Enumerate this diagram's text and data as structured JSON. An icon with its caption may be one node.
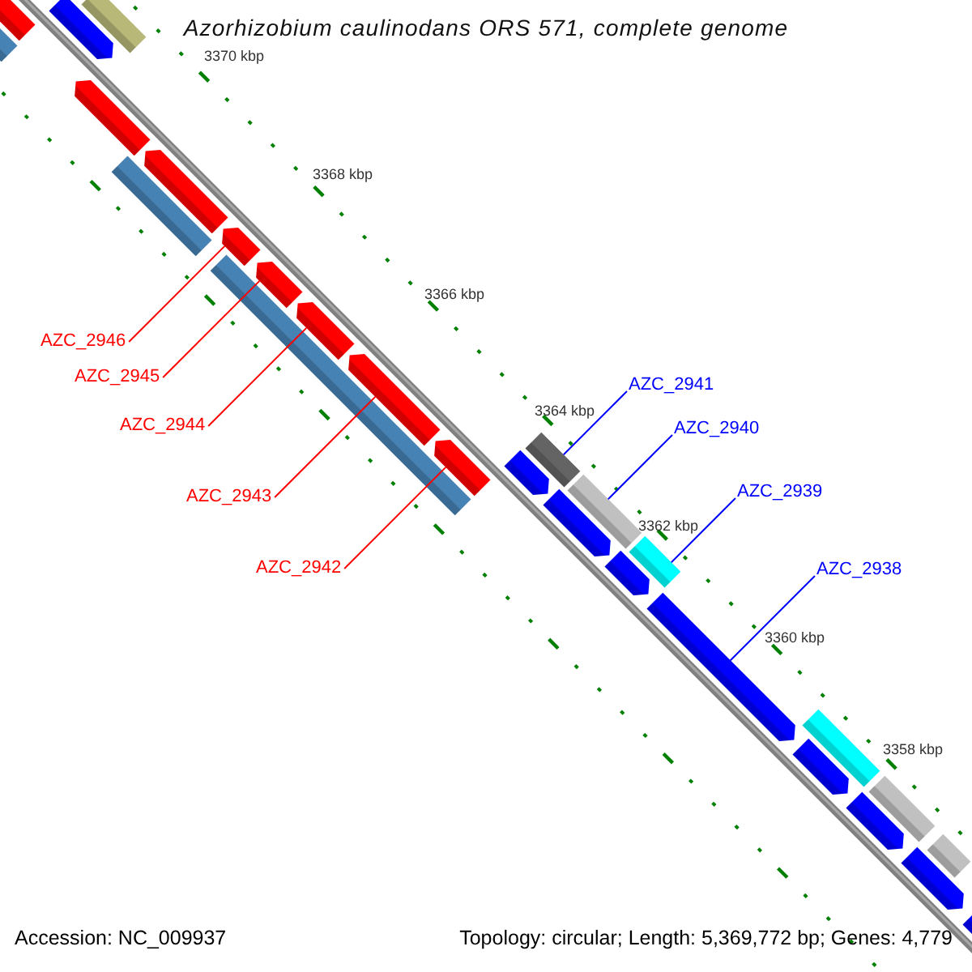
{
  "diagram": {
    "title": "Azorhizobium caulinodans ORS 571, complete genome",
    "nodes": [
      {
        "text": [
          "AZC_2946"
        ]
      },
      {
        "text": [
          "AZC_2945"
        ]
      },
      {
        "text": [
          "AZC_2944"
        ]
      },
      {
        "text": [
          "AZC_2943"
        ]
      },
      {
        "text": [
          "AZC_2942"
        ]
      },
      {
        "text": [
          "AZC_2941"
        ]
      },
      {
        "text": [
          "AZC_2940"
        ]
      },
      {
        "text": [
          "AZC_2939"
        ]
      },
      {
        "text": [
          "AZC_2938"
        ]
      },
      {
        "text": [],
        "shape": "arrow"
      },
      {
        "text": [],
        "shape": "bar"
      },
      {
        "text": [],
        "shape": "arrow"
      },
      {
        "text": [],
        "shape": "bar"
      },
      {
        "text": [],
        "shape": "arrow"
      },
      {
        "text": [],
        "shape": "bar"
      },
      {
        "text": [],
        "shape": "arrow"
      },
      {
        "text": [],
        "shape": "arrow"
      },
      {
        "text": [],
        "shape": "bar"
      },
      {
        "text": [],
        "shape": "arrow"
      },
      {
        "text": [],
        "shape": "arrow"
      },
      {
        "text": [],
        "shape": "arrow"
      },
      {
        "text": [],
        "shape": "arrow"
      },
      {
        "text": [],
        "shape": "arrow"
      },
      {
        "text": [],
        "shape": "bar"
      },
      {
        "text": [],
        "shape": "arrow"
      },
      {
        "text": [],
        "shape": "bar"
      },
      {
        "text": [],
        "shape": "arrow"
      },
      {
        "text": [],
        "shape": "bar"
      },
      {
        "text": [],
        "shape": "arrow"
      },
      {
        "text": [],
        "shape": "bar"
      },
      {
        "text": [],
        "shape": "arrow"
      },
      {
        "text": [],
        "shape": "arrow"
      },
      {
        "text": [],
        "shape": "bar"
      },
      {
        "text": [],
        "shape": "arrow"
      },
      {
        "text": [],
        "shape": "bar"
      },
      {
        "text": [],
        "shape": "arrow"
      }
    ],
    "edges": [
      {
        "from": 0,
        "to": 16,
        "arrow": "none"
      },
      {
        "from": 1,
        "to": 18,
        "arrow": "none"
      },
      {
        "from": 2,
        "to": 19,
        "arrow": "none"
      },
      {
        "from": 3,
        "to": 20,
        "arrow": "none"
      },
      {
        "from": 4,
        "to": 21,
        "arrow": "none"
      },
      {
        "from": 5,
        "to": 23,
        "arrow": "none",
        "color": "#0000ff"
      },
      {
        "from": 6,
        "to": 25,
        "arrow": "none",
        "color": "#0000ff"
      },
      {
        "from": 7,
        "to": 27,
        "arrow": "none",
        "color": "#0000ff"
      },
      {
        "from": 8,
        "to": 28,
        "arrow": "none",
        "color": "#0000ff"
      }
    ],
    "labels": [
      "3370 kbp",
      "3368 kbp",
      "3366 kbp",
      "3364 kbp",
      "3362 kbp",
      "3360 kbp",
      "3358 kbp",
      "Accession: NC_009937",
      "Topology: circular; Length: 5,369,772 bp; Genes: 4,779"
    ]
  }
}
